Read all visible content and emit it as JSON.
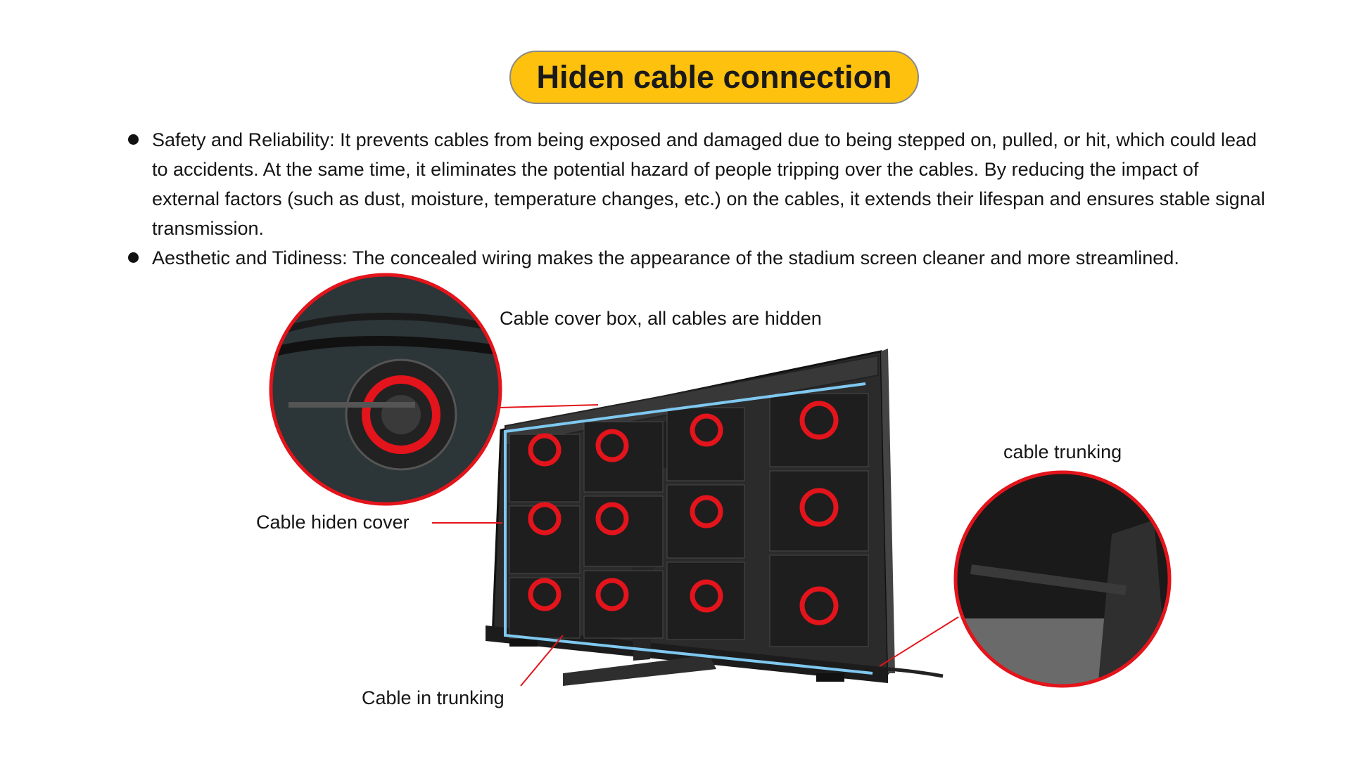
{
  "title": "Hiden cable connection",
  "bullets": [
    "Safety and Reliability: It prevents cables from being exposed and damaged due to being stepped on, pulled, or hit, which could lead to accidents. At the same time, it eliminates the potential hazard of people tripping over the cables. By reducing the impact of external factors (such as dust, moisture, temperature changes, etc.) on the cables, it extends their lifespan and ensures stable signal transmission.",
    "Aesthetic and Tidiness: The concealed wiring makes the appearance of the stadium screen cleaner and more streamlined."
  ],
  "labels": {
    "cover_box": "Cable cover box, all cables are hidden",
    "trunking": "cable trunking",
    "hiden_cover": "Cable hiden cover",
    "in_trunking": "Cable in trunking"
  },
  "colors": {
    "accent_yellow": "#fec10e",
    "callout_red": "#e3141b",
    "cable_blue": "#7fc8f0",
    "cabinet_dark": "#2a2a2a"
  }
}
